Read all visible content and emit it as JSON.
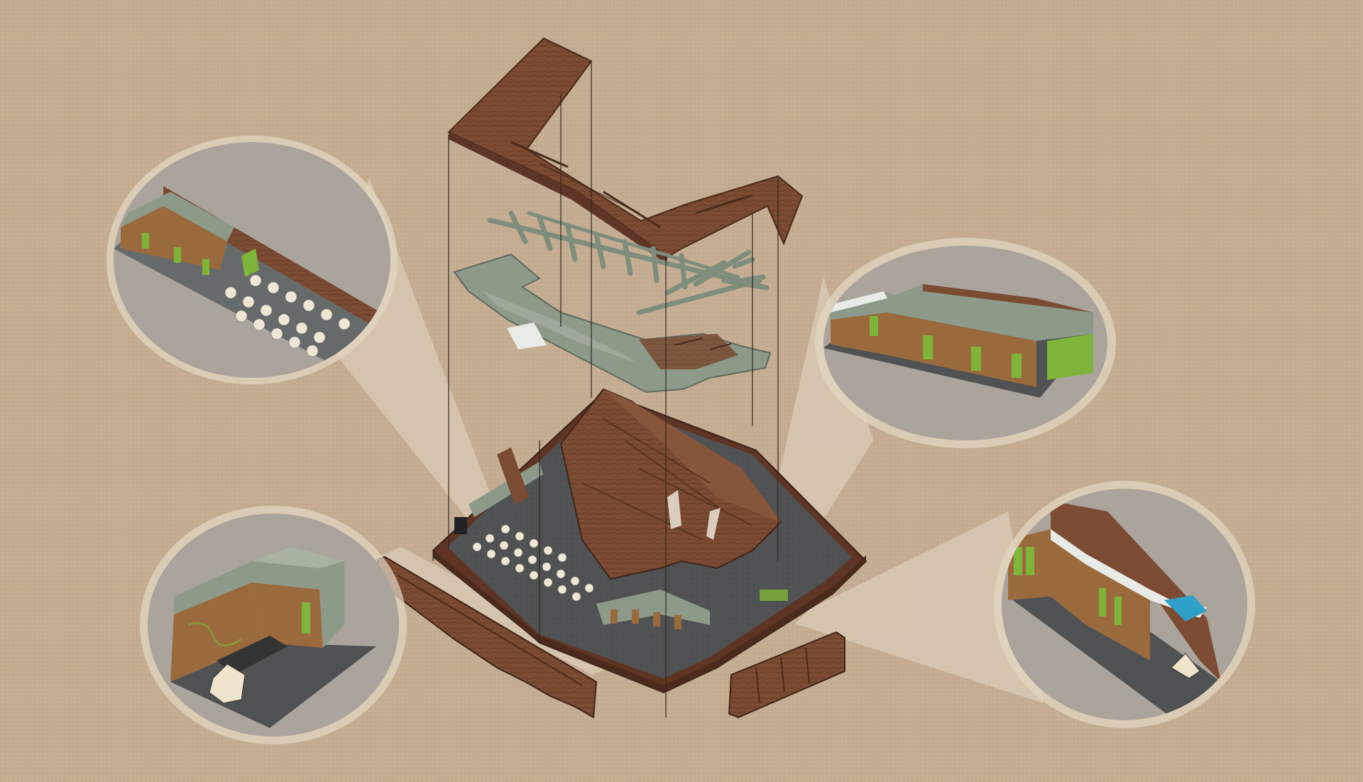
{
  "colors": {
    "paper": "#c5ad93",
    "paper_dark": "#b99f84",
    "halo": "#e4d9c4",
    "circle_bg": "#aaa49d",
    "floor": "#4f5152",
    "wall_brown": "#7b4b33",
    "wall_brown_dark": "#5e3424",
    "wood": "#9a6a3c",
    "sage": "#8d9a8a",
    "sage_light": "#a8b2a3",
    "green_panel": "#7fb43a",
    "cyan": "#2fa0c8",
    "line": "#3a2e25",
    "table": "#efe7d6"
  },
  "icons": {
    "roof": "roof-slab-icon",
    "trusses": "truss-frame-icon",
    "ceiling": "ceiling-plate-icon",
    "building": "building-core-icon",
    "detail": "magnifier-circle-icon"
  },
  "detail_views": [
    {
      "id": "dining-hall",
      "side": "upper-left"
    },
    {
      "id": "corridor-offices",
      "side": "upper-right"
    },
    {
      "id": "lobby-room",
      "side": "lower-left"
    },
    {
      "id": "entry-corridor",
      "side": "lower-right"
    }
  ]
}
